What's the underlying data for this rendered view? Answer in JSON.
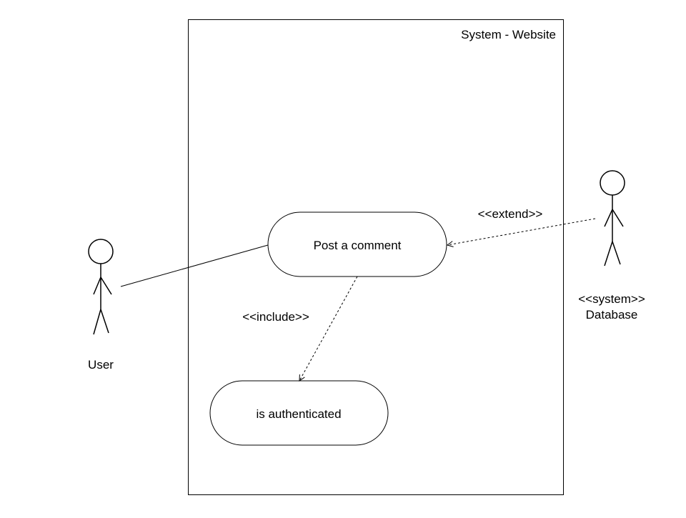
{
  "diagram": {
    "system_boundary": {
      "title": "System - Website"
    },
    "actors": {
      "user": {
        "label": "User"
      },
      "database": {
        "stereotype": "<<system>>",
        "label": "Database"
      }
    },
    "use_cases": {
      "post_comment": {
        "label": "Post a comment"
      },
      "authenticated": {
        "label": "is authenticated"
      }
    },
    "relationships": {
      "include": {
        "label": "<<include>>"
      },
      "extend": {
        "label": "<<extend>>"
      }
    }
  }
}
